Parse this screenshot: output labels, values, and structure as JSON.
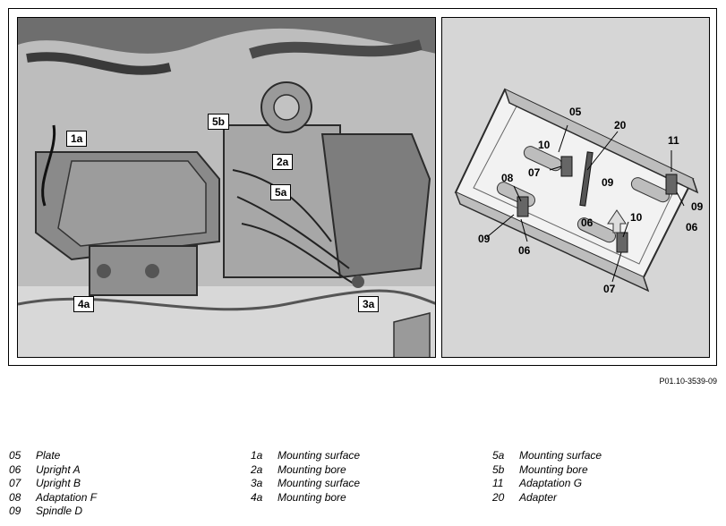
{
  "figure_id": "P01.10-3539-09",
  "engine_callouts": {
    "c1a": "1a",
    "c5b": "5b",
    "c2a": "2a",
    "c5a": "5a",
    "c4a": "4a",
    "c3a": "3a"
  },
  "fixture_callouts": {
    "c05": "05",
    "c20": "20",
    "c11": "11",
    "c10_top": "10",
    "c07_top": "07",
    "c08": "08",
    "c09_mid": "09",
    "c09_right": "09",
    "c06_right": "06",
    "c06_mid": "06",
    "c09_left": "09",
    "c06_bottom": "06",
    "c10_bottom": "10",
    "c07_bottom": "07"
  },
  "legend": [
    [
      {
        "code": "05",
        "label": "Plate"
      },
      {
        "code": "06",
        "label": "Upright A"
      },
      {
        "code": "07",
        "label": "Upright B"
      },
      {
        "code": "08",
        "label": "Adaptation F"
      },
      {
        "code": "09",
        "label": "Spindle D"
      }
    ],
    [
      {
        "code": "1a",
        "label": "Mounting surface"
      },
      {
        "code": "2a",
        "label": "Mounting bore"
      },
      {
        "code": "3a",
        "label": "Mounting surface"
      },
      {
        "code": "4a",
        "label": "Mounting bore"
      }
    ],
    [
      {
        "code": "5a",
        "label": "Mounting surface"
      },
      {
        "code": "5b",
        "label": "Mounting bore"
      },
      {
        "code": "11",
        "label": "Adaptation G"
      },
      {
        "code": "20",
        "label": "Adapter"
      }
    ]
  ]
}
